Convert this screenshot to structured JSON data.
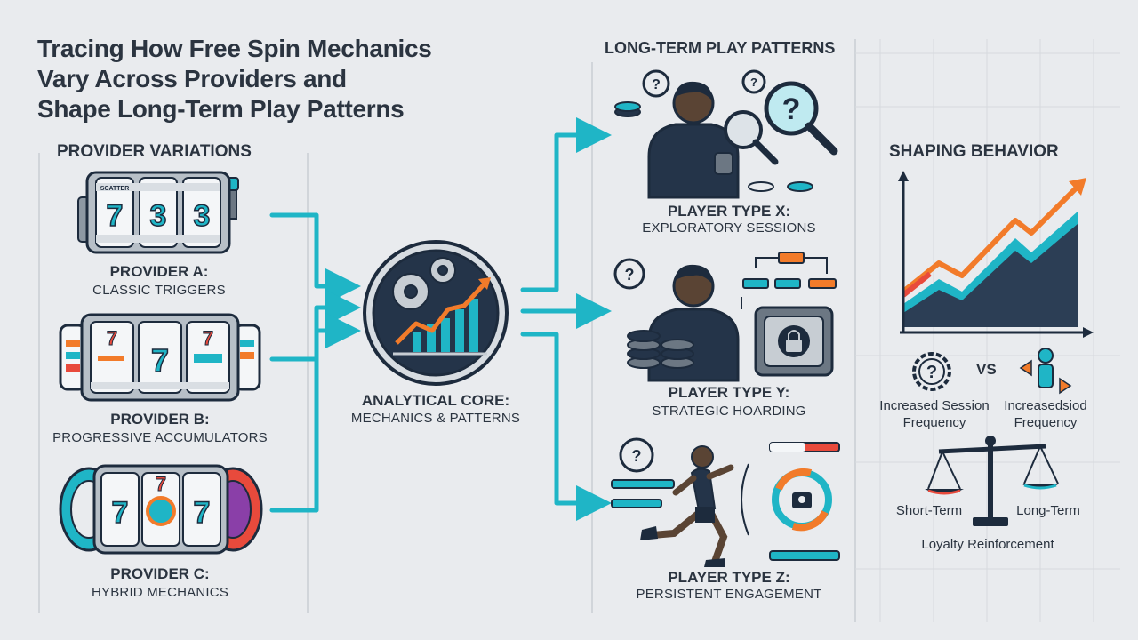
{
  "title_lines": [
    "Tracing How Free Spin Mechanics",
    "Vary Across Providers and",
    "Shape Long-Term Play Patterns"
  ],
  "provider_section": {
    "heading": "PROVIDER VARIATIONS",
    "providers": [
      {
        "name": "PROVIDER A:",
        "desc": "CLASSIC TRIGGERS",
        "reel_symbols": [
          "7",
          "3",
          "3"
        ],
        "reel_tag": "SCATTER"
      },
      {
        "name": "PROVIDER B:",
        "desc": "PROGRESSIVE ACCUMULATORS",
        "reel_symbols": [
          "7",
          "7",
          "7"
        ]
      },
      {
        "name": "PROVIDER C:",
        "desc": "HYBRID MECHANICS",
        "reel_symbols": [
          "7",
          "7",
          "7"
        ]
      }
    ]
  },
  "core": {
    "label_top": "ANALYTICAL CORE:",
    "label_sub": "MECHANICS & PATTERNS"
  },
  "patterns_section": {
    "heading": "LONG-TERM PLAY PATTERNS",
    "player_types": [
      {
        "name": "PLAYER TYPE X:",
        "desc": "EXPLORATORY SESSIONS"
      },
      {
        "name": "PLAYER TYPE Y:",
        "desc": "STRATEGIC HOARDING"
      },
      {
        "name": "PLAYER TYPE Z:",
        "desc": "PERSISTENT ENGAGEMENT"
      }
    ],
    "question_mark": "?"
  },
  "behavior_section": {
    "heading": "SHAPING BEHAVIOR",
    "vs_label": "VS",
    "left_metric": {
      "line1": "Increased Session",
      "line2": "Frequency"
    },
    "right_metric": {
      "line1": "Increasedsiod",
      "line2": "Frequency"
    },
    "scale_left": "Short-Term",
    "scale_right": "Long-Term",
    "scale_caption": "Loyalty Reinforcement"
  },
  "colors": {
    "accent_teal": "#1fb5c6",
    "dark_navy": "#1d2b3d",
    "orange": "#f27b2a",
    "red": "#e84a3c",
    "purple": "#8a3fa8"
  }
}
